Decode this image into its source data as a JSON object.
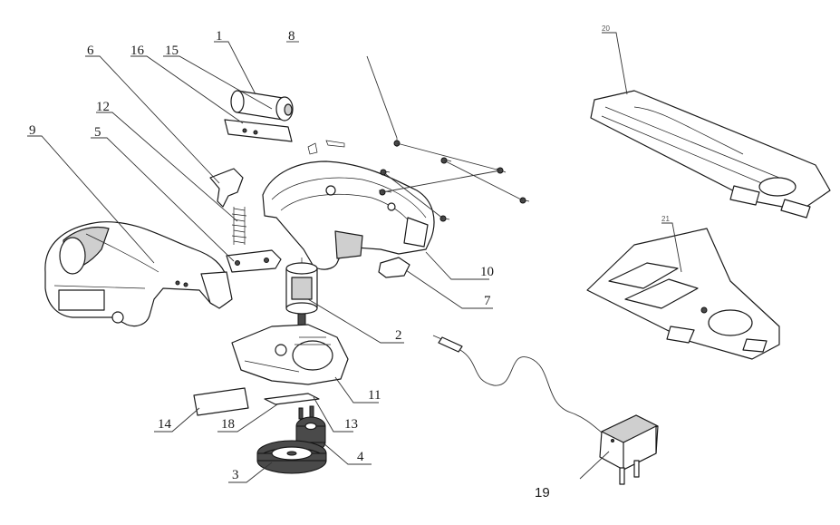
{
  "diagram": {
    "title": "Exploded parts view",
    "callouts": {
      "c1": "1",
      "c2": "2",
      "c3": "3",
      "c4": "4",
      "c5": "5",
      "c6": "6",
      "c7": "7",
      "c8": "8",
      "c9": "9",
      "c10": "10",
      "c11": "11",
      "c12": "12",
      "c13": "13",
      "c14": "14",
      "c15": "15",
      "c16": "16",
      "c18": "18",
      "c19": "19",
      "c20": "20",
      "c21": "21"
    }
  }
}
